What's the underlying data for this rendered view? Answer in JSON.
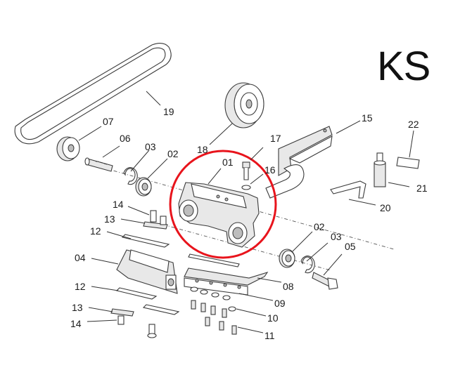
{
  "brand_mark": "KS",
  "accent_color": "#e8141c",
  "callouts": {
    "c01": "01",
    "c02a": "02",
    "c02b": "02",
    "c03a": "03",
    "c03b": "03",
    "c04": "04",
    "c05": "05",
    "c06": "06",
    "c07": "07",
    "c08": "08",
    "c09": "09",
    "c10": "10",
    "c11": "11",
    "c12a": "12",
    "c12b": "12",
    "c13a": "13",
    "c13b": "13",
    "c14a": "14",
    "c14b": "14",
    "c15": "15",
    "c16": "16",
    "c17": "17",
    "c18": "18",
    "c19": "19",
    "c20": "20",
    "c21": "21",
    "c22": "22"
  }
}
